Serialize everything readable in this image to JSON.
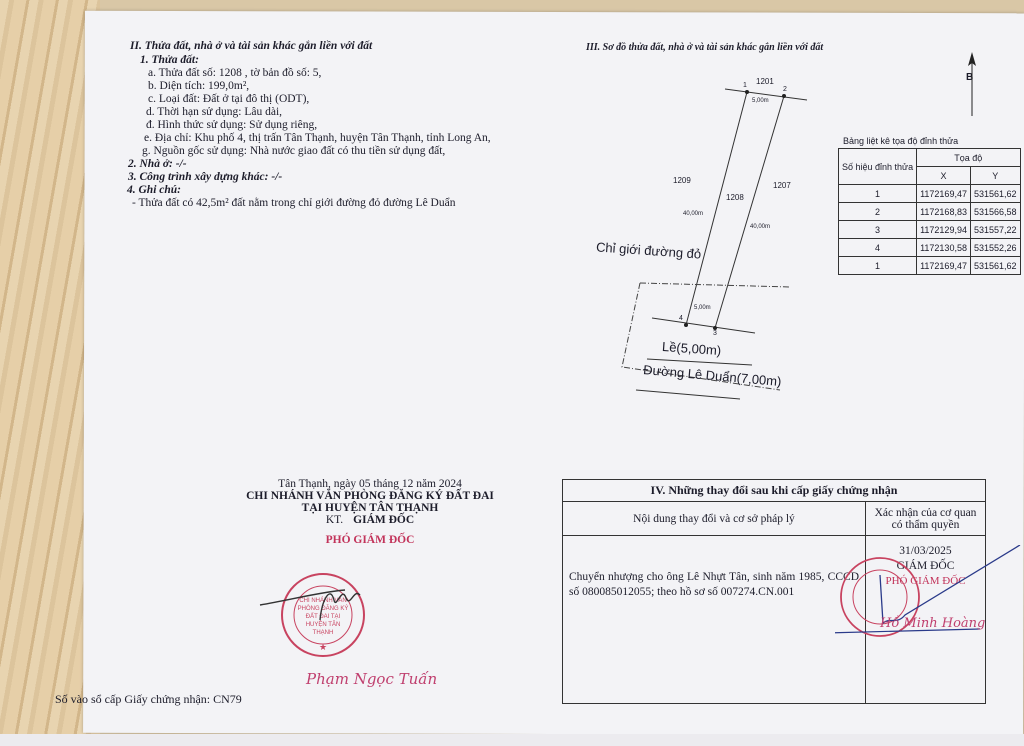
{
  "section2": {
    "heading": "II. Thửa đất, nhà ở và tài sản khác gắn liền với đất",
    "sub1": "1. Thửa đất:",
    "items": [
      "a. Thửa đất số: 1208             , tờ bản đồ số: 5,",
      "b. Diện tích: 199,0m²,",
      "c. Loại đất: Đất ở tại đô thị (ODT),",
      "d. Thời hạn sử dụng: Lâu dài,",
      "đ. Hình thức sử dụng: Sử dụng riêng,",
      "e. Địa chỉ: Khu phố 4, thị trấn Tân Thạnh, huyện Tân Thạnh, tỉnh Long An,",
      "g. Nguồn gốc sử dụng: Nhà nước giao đất có thu tiền sử dụng đất,"
    ],
    "sub2": "2. Nhà ở: -/-",
    "sub3": "3. Công trình xây dựng khác: -/-",
    "sub4": "4. Ghi chú:",
    "note": "- Thửa đất có 42,5m² đất nằm trong chỉ giới đường đỏ đường Lê Duẩn"
  },
  "section3": {
    "heading": "III. Sơ đồ thửa đất, nhà ở và tài sản khác gắn liền với đất",
    "north": "B",
    "parcels": {
      "top": "1201",
      "left": "1209",
      "center": "1208",
      "right": "1207"
    },
    "points": [
      "1",
      "2",
      "3",
      "4"
    ],
    "dims": {
      "top": "5,00m",
      "bottom": "5,00m",
      "left": "40,00m",
      "right": "40,00m"
    },
    "red_line_label": "Chỉ giới đường đỏ",
    "sidewalk_label": "Lề(5,00m)",
    "road_label": "Đường Lê Duẩn(7,00m)",
    "coord_table": {
      "title": "Bảng liệt kê tọa độ đỉnh thửa",
      "col_point": "Số hiệu đỉnh thửa",
      "col_coord": "Tọa độ",
      "col_x": "X",
      "col_y": "Y",
      "rows": [
        [
          "1",
          "1172169,47",
          "531561,62"
        ],
        [
          "2",
          "1172168,83",
          "531566,58"
        ],
        [
          "3",
          "1172129,94",
          "531557,22"
        ],
        [
          "4",
          "1172130,58",
          "531552,26"
        ],
        [
          "1",
          "1172169,47",
          "531561,62"
        ]
      ]
    }
  },
  "signing": {
    "place_date": "Tân Thạnh, ngày 05 tháng 12 năm 2024",
    "org1": "CHI NHÁNH VĂN PHÒNG ĐĂNG KÝ ĐẤT ĐAI",
    "org2": "TẠI HUYỆN TÂN THẠNH",
    "kt": "KT.",
    "title": "GIÁM ĐỐC",
    "deputy": "PHÓ GIÁM ĐỐC",
    "signer": "Phạm Ngọc Tuấn",
    "stamp_text": "CHI NHÁNH VĂN PHÒNG ĐĂNG KÝ ĐẤT ĐAI TẠI HUYỆN TÂN THẠNH"
  },
  "registry": "Số vào sổ cấp Giấy chứng nhận: CN79",
  "section4": {
    "heading": "IV. Những thay đổi sau khi cấp giấy chứng nhận",
    "col1": "Nội dung thay đổi và cơ sở pháp lý",
    "col2": "Xác nhận của cơ quan có thẩm quyền",
    "content": "Chuyển nhượng cho ông Lê Nhựt Tân, sinh năm 1985, CCCD số 080085012055; theo hồ sơ số 007274.CN.001",
    "date": "31/03/2025",
    "title": "GIÁM ĐỐC",
    "stamp_title": "PHÓ GIÁM ĐỐC",
    "signer": "Hồ Minh Hoàng"
  }
}
